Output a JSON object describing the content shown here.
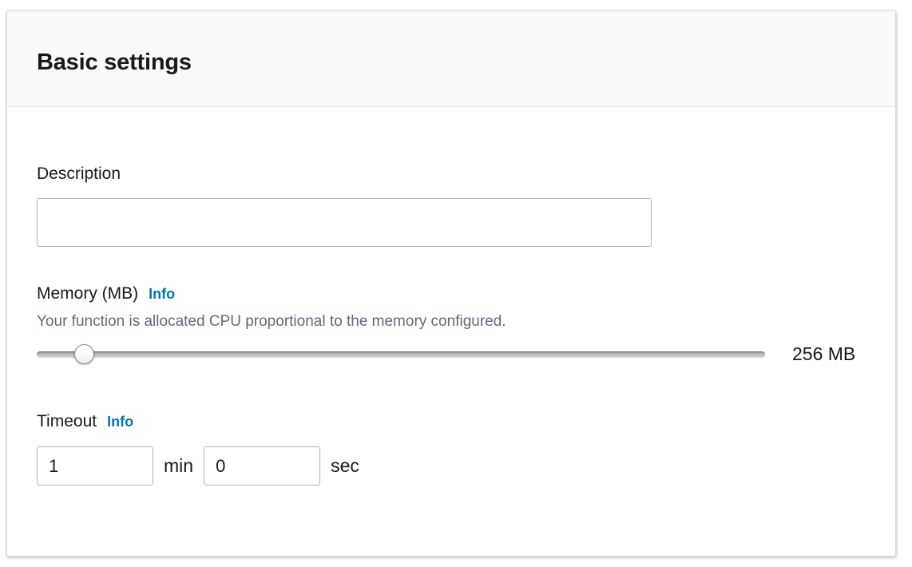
{
  "card": {
    "title": "Basic settings"
  },
  "description": {
    "label": "Description",
    "value": "",
    "placeholder": ""
  },
  "memory": {
    "label": "Memory (MB)",
    "info_label": "Info",
    "help_text": "Your function is allocated CPU proportional to the memory configured.",
    "value_display": "256 MB",
    "slider_value": 256,
    "slider_min": 128,
    "slider_max": 10240,
    "slider_percent": 5.2
  },
  "timeout": {
    "label": "Timeout",
    "info_label": "Info",
    "minutes_value": "1",
    "minutes_unit": "min",
    "seconds_value": "0",
    "seconds_unit": "sec"
  },
  "colors": {
    "accent_link": "#0073bb",
    "text_primary": "#16191f",
    "text_secondary": "#5f6b7a",
    "input_border": "#aab7b8",
    "card_border": "#d5dbdb",
    "header_bg": "#fafafa"
  }
}
